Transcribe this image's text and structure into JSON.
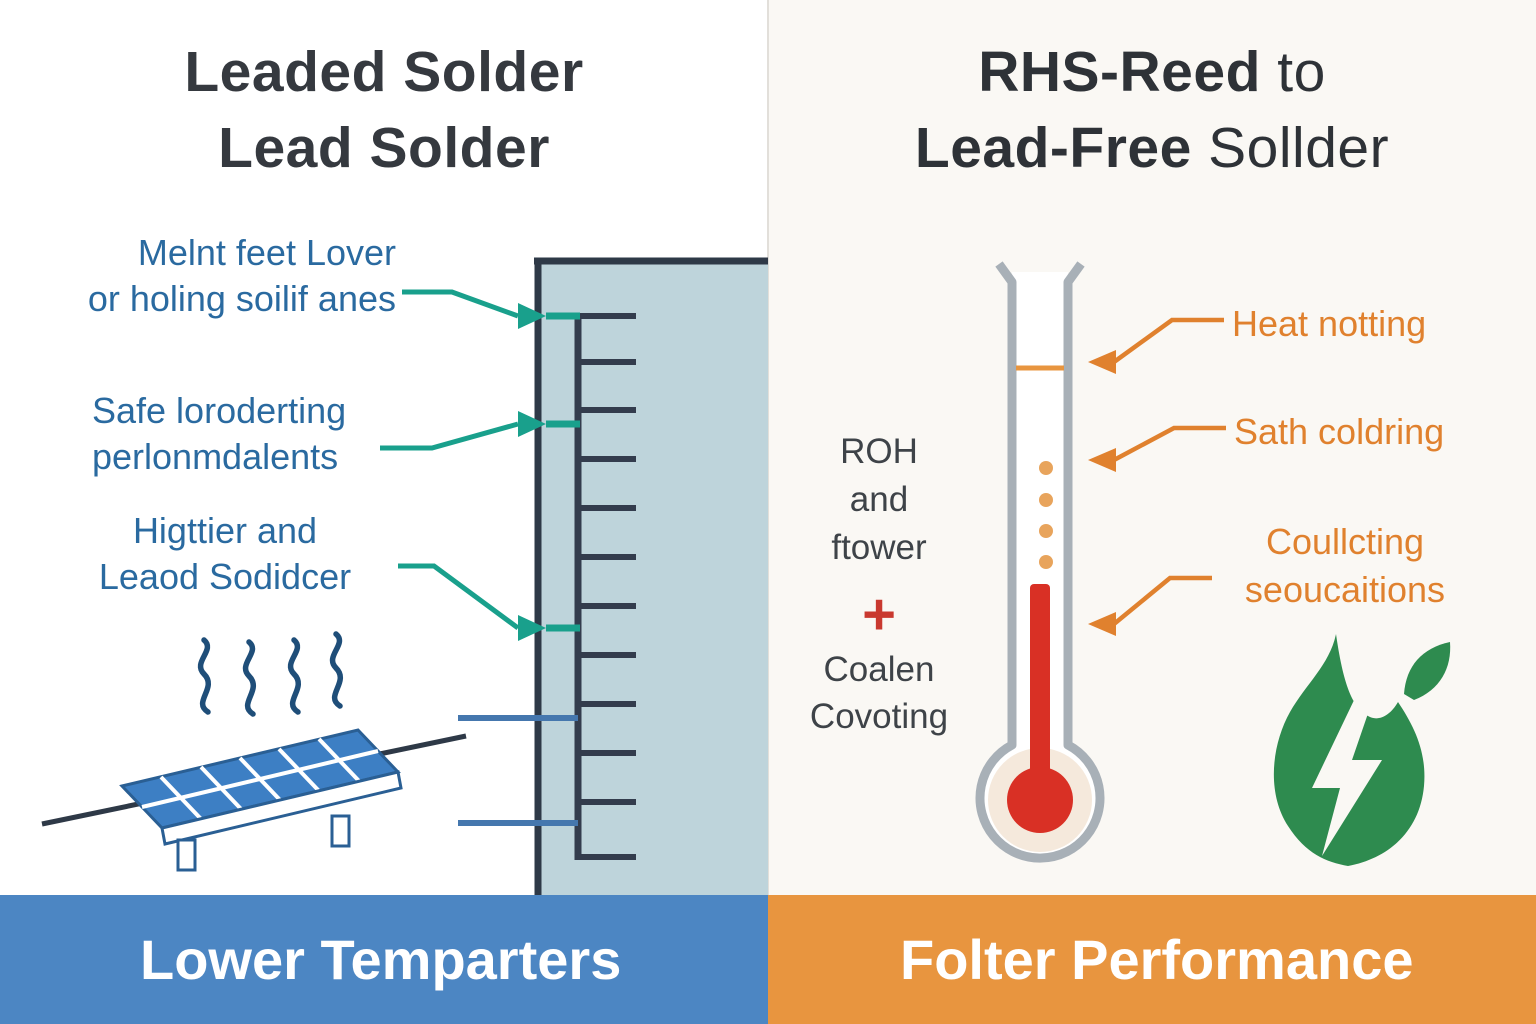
{
  "left": {
    "title": {
      "line1": "Leaded Solder",
      "line2": "Lead Solder"
    },
    "label_melt": {
      "line1": "Melnt feet Lover",
      "line2": "or holing soilif anes"
    },
    "label_safe": {
      "line1": "Safe loroderting",
      "line2": "perlonmdalents"
    },
    "label_higher": {
      "line1": "Higttier and",
      "line2": "Leaod Sodidcer"
    },
    "banner": "Lower Temparters"
  },
  "right": {
    "title": {
      "line1_bold": "RHS-Reed",
      "line1_rest": "to",
      "line2_bold": "Lead-Free",
      "line2_rest": "Sollder"
    },
    "rohs": {
      "line1": "ROH",
      "line2": "and",
      "line3": "ftower"
    },
    "plus": "+",
    "coating": {
      "line1": "Coalen",
      "line2": "Covoting"
    },
    "label_heat": "Heat notting",
    "label_bath": "Sath coldring",
    "label_cooling": {
      "line1": "Coullcting",
      "line2": "seoucaitions"
    },
    "banner": "Folter Performance"
  },
  "colors": {
    "teal_accent": "#19A08C",
    "blue_label": "#2A6AA0",
    "banner_blue": "#4C86C3",
    "orange_accent": "#E0812E",
    "banner_orange": "#E8953F",
    "mercury_red": "#D93025",
    "flame_green": "#2E8B4F",
    "ink_dark": "#333C4D"
  }
}
